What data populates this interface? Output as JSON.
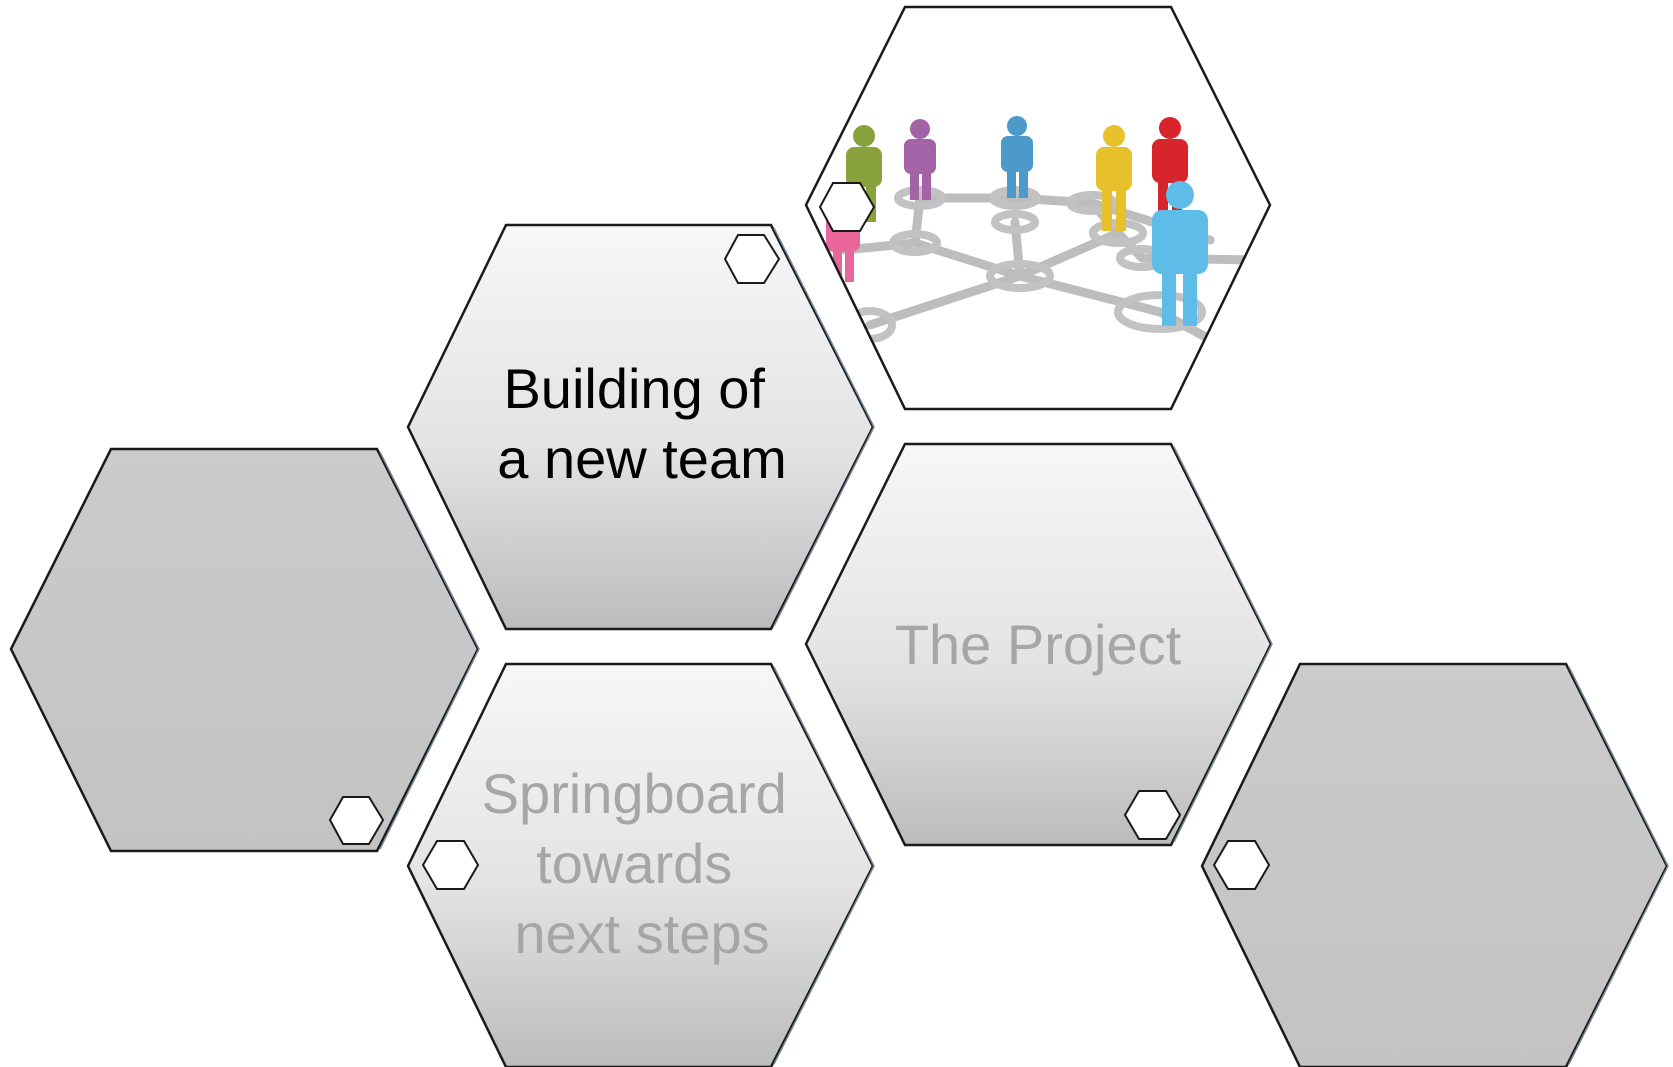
{
  "diagram": {
    "hexagons": [
      {
        "id": "team",
        "lines": [
          "Building of",
          "a new team"
        ],
        "style": "highlight",
        "text_color": "#000000"
      },
      {
        "id": "project",
        "lines": [
          "The Project"
        ],
        "style": "faded",
        "text_color": "#a6a6a6"
      },
      {
        "id": "springboard",
        "lines": [
          "Springboard",
          "towards",
          "next steps"
        ],
        "style": "faded",
        "text_color": "#a6a6a6"
      },
      {
        "id": "left-blank",
        "lines": [],
        "style": "solid-grey"
      },
      {
        "id": "right-blank",
        "lines": [],
        "style": "solid-grey"
      },
      {
        "id": "network-image",
        "lines": [],
        "style": "picture",
        "picture": "people-network-illustration"
      }
    ],
    "colors": {
      "outline": "#1a1a1a",
      "solid_grey": "#c6c6c6",
      "gradient_top": "#f7f7f7",
      "gradient_bottom": "#bdbdbd",
      "people": [
        "#e8669a",
        "#8aa23b",
        "#a463a6",
        "#4b9ac9",
        "#e6c12b",
        "#d8242b",
        "#5dbde8"
      ]
    }
  }
}
